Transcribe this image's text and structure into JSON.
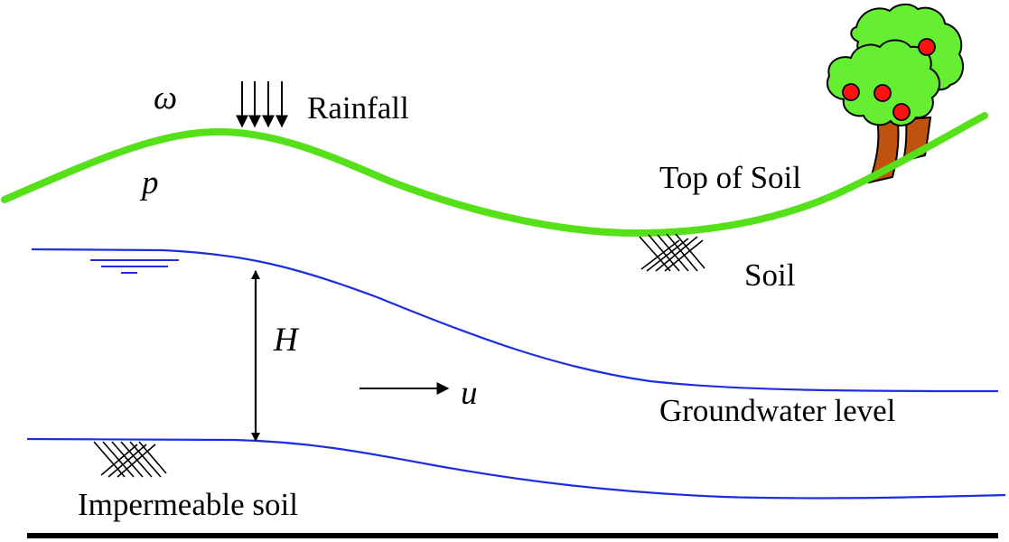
{
  "labels": {
    "omega": "ω",
    "p": "p",
    "rainfall": "Rainfall",
    "top_of_soil": "Top of Soil",
    "soil": "Soil",
    "h": "H",
    "u": "u",
    "groundwater_level": "Groundwater level",
    "impermeable_soil": "Impermeable soil"
  },
  "colors": {
    "soil_surface": "#55e01a",
    "water": "#1c2ee0",
    "ink": "#000000",
    "foliage": "#66ee33",
    "fruit": "#ff1111",
    "trunk": "#c0520f"
  },
  "icons": {
    "tree": "tree-icon",
    "rain": "rain-arrows-icon",
    "water_table": "water-table-icon",
    "hatch": "soil-hatch-icon"
  }
}
